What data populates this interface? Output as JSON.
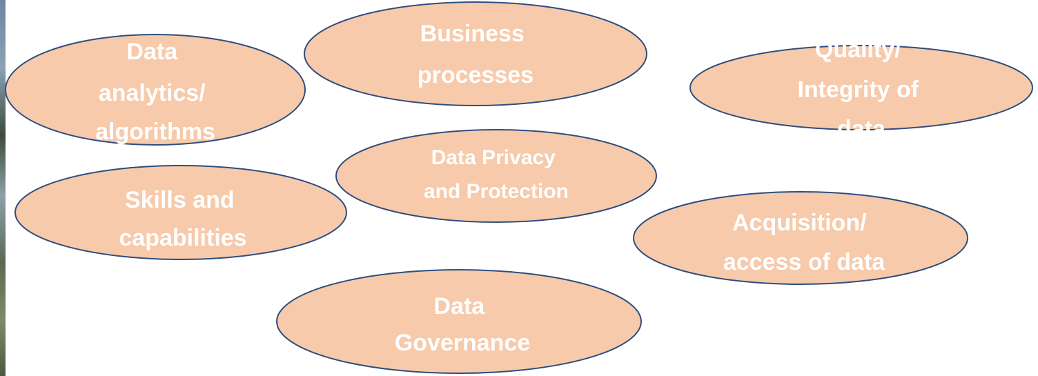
{
  "colors": {
    "bubble_fill": "#f6caaa",
    "bubble_stroke": "#2f4d7e",
    "text": "#ffffff"
  },
  "bubbles": [
    {
      "id": "data-analytics-algorithms",
      "lines": [
        "Data",
        "analytics/",
        "algorithms"
      ]
    },
    {
      "id": "business-processes",
      "lines": [
        "Business",
        "processes"
      ]
    },
    {
      "id": "quality-integrity-of-data",
      "lines": [
        "Quality/",
        "Integrity of",
        "data"
      ]
    },
    {
      "id": "data-privacy-and-protection",
      "lines": [
        "Data Privacy",
        "and Protection"
      ]
    },
    {
      "id": "skills-and-capabilities",
      "lines": [
        "Skills and",
        "capabilities"
      ]
    },
    {
      "id": "acquisition-access-of-data",
      "lines": [
        "Acquisition/",
        "access of data"
      ]
    },
    {
      "id": "data-governance",
      "lines": [
        "Data",
        "Governance"
      ]
    }
  ]
}
